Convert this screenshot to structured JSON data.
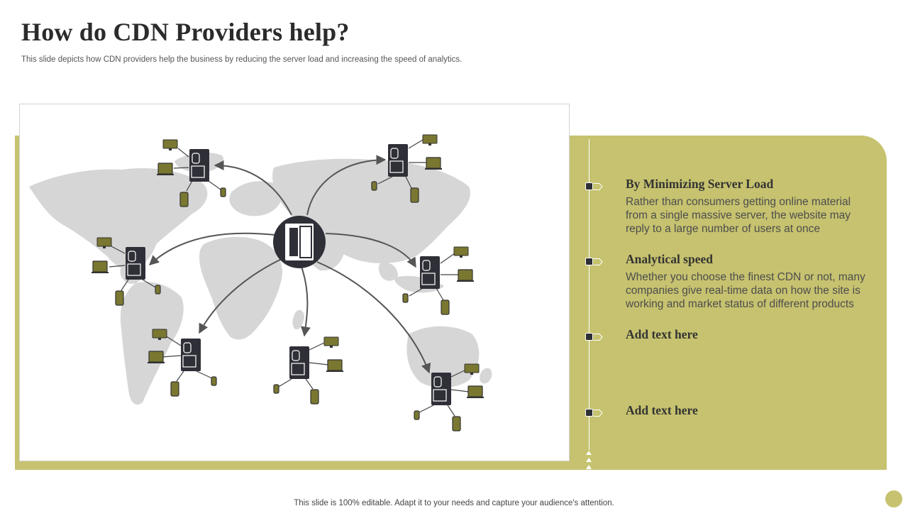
{
  "slide": {
    "title": "How do CDN Providers help?",
    "subtitle": "This slide depicts how CDN providers help the business by reducing the server load and increasing the speed of analytics.",
    "footer": "This slide is 100% editable. Adapt it to your needs and capture your audience's attention."
  },
  "colors": {
    "accent": "#c6c26f",
    "device": "#7a7730",
    "server": "#2f2f38",
    "map": "#d6d6d6",
    "arrow": "#555555"
  },
  "icons": {
    "central": "central-server-icon",
    "edge": "edge-server-icon",
    "monitor": "monitor-icon",
    "laptop": "laptop-icon",
    "phone": "phone-icon"
  },
  "points": [
    {
      "heading": "By Minimizing Server Load",
      "body": "Rather than consumers getting online material from a single massive server, the website may reply to a large number of users at once"
    },
    {
      "heading": "Analytical speed",
      "body": "Whether you choose the finest CDN or not, many companies give real-time data on how the site is working and market status of different products"
    },
    {
      "heading": "Add text here",
      "body": ""
    },
    {
      "heading": "Add text here",
      "body": ""
    }
  ]
}
